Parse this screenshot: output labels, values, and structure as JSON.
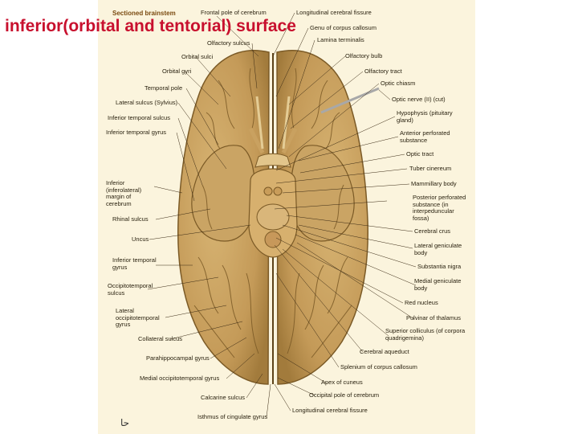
{
  "slide": {
    "title": "inferior(orbital and tentorial) surface"
  },
  "figure": {
    "header": "Sectioned brainstem",
    "artist_mark": "ﺣﺎ",
    "colors": {
      "brain_fill": "#c9a160",
      "brain_shade": "#a7803f",
      "sulcus": "#7b5a26",
      "brainstem": "#d7b06e",
      "leader": "#3a2a14",
      "title": "#c8102e"
    },
    "left_labels": [
      "Frontal pole of cerebrum",
      "Olfactory sulcus",
      "Orbital sulci",
      "Orbital gyri",
      "Temporal pole",
      "Lateral sulcus (Sylvius)",
      "Inferior temporal sulcus",
      "Inferior temporal gyrus",
      "Inferior (inferolateral) margin of cerebrum",
      "Rhinal sulcus",
      "Uncus",
      "Inferior temporal gyrus",
      "Occipitotemporal sulcus",
      "Lateral occipitotemporal gyrus",
      "Collateral sulcus",
      "Parahippocampal gyrus",
      "Medial occipitotemporal gyrus",
      "Calcarine sulcus",
      "Isthmus of cingulate gyrus"
    ],
    "right_labels": [
      "Longitudinal cerebral fissure",
      "Genu of corpus callosum",
      "Lamina terminalis",
      "Olfactory bulb",
      "Olfactory tract",
      "Optic chiasm",
      "Optic nerve (II) (cut)",
      "Hypophysis (pituitary gland)",
      "Anterior perforated substance",
      "Optic tract",
      "Tuber cinereum",
      "Mammillary body",
      "Posterior perforated substance (in interpeduncular fossa)",
      "Cerebral crus",
      "Lateral geniculate body",
      "Substantia nigra",
      "Medial geniculate body",
      "Red nucleus",
      "Pulvinar of thalamus",
      "Superior colliculus (of corpora quadrigemina)",
      "Cerebral aqueduct",
      "Splenium of corpus callosum",
      "Apex of cuneus",
      "Occipital pole of cerebrum",
      "Longitudinal cerebral fissure"
    ]
  }
}
